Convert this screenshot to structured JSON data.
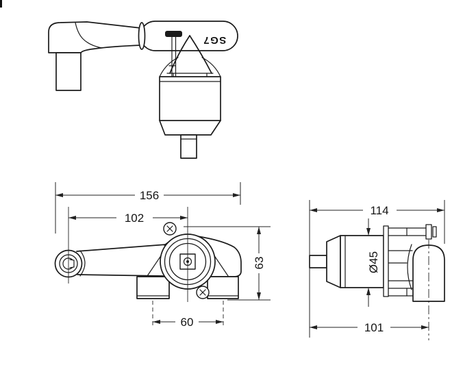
{
  "drawing": {
    "model_label": "SG7",
    "front_view": {
      "total_width": "156",
      "handle_to_body_center": "102",
      "body_height": "63",
      "inlet_spacing": "60"
    },
    "side_view": {
      "total_depth": "114",
      "body_diameter": "Ø45",
      "depth_to_center": "101"
    }
  }
}
